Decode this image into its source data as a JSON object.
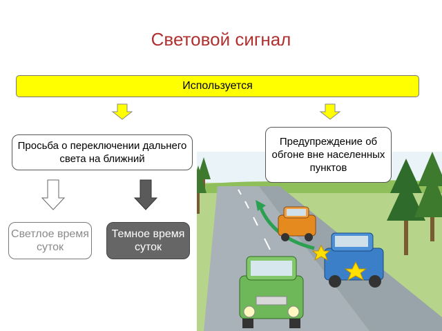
{
  "title": "Световой сигнал",
  "used_label": "Используется",
  "request_box": "Просьба о переключении дальнего света на ближний",
  "warning_box": "Предупреждение об обгоне вне населенных пунктов",
  "light_time": "Светлое время суток",
  "dark_time": "Темное время суток",
  "colors": {
    "title": "#b03030",
    "used_bar": "#ffff00",
    "dark_box": "#666666"
  },
  "icons": [
    "arrow-down-yellow-icon",
    "arrow-down-white-icon",
    "arrow-down-dark-icon",
    "turn-arrow-icon",
    "flash-star-icon"
  ]
}
